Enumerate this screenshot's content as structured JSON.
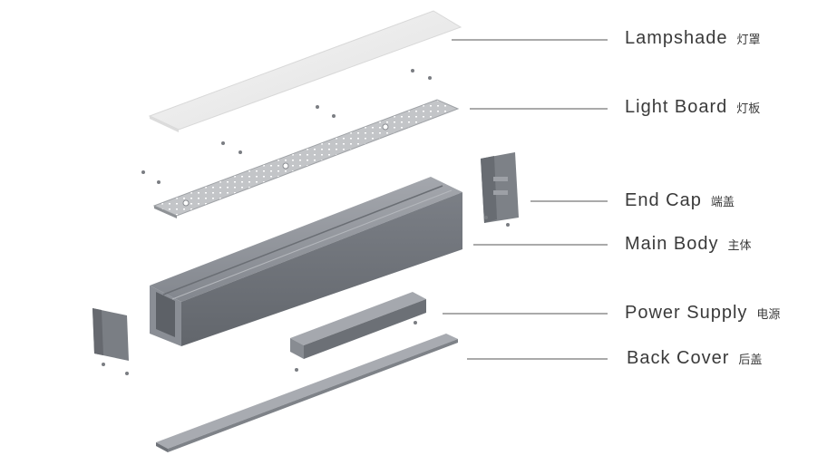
{
  "parts": [
    {
      "id": "lampshade",
      "en": "Lampshade",
      "cn": "灯罩"
    },
    {
      "id": "light_board",
      "en": "Light Board",
      "cn": "灯板"
    },
    {
      "id": "end_cap",
      "en": "End Cap",
      "cn": "端盖"
    },
    {
      "id": "main_body",
      "en": "Main Body",
      "cn": "主体"
    },
    {
      "id": "power_supply",
      "en": "Power Supply",
      "cn": "电源"
    },
    {
      "id": "back_cover",
      "en": "Back Cover",
      "cn": "后盖"
    }
  ],
  "colors": {
    "lampshade": "#eeeeee",
    "aluminum_dark": "#6f737a",
    "aluminum_mid": "#8e9299",
    "aluminum_light": "#b7bac0",
    "board": "#c9cbce",
    "leader_line": "#555555",
    "text": "#3a3a3a"
  }
}
